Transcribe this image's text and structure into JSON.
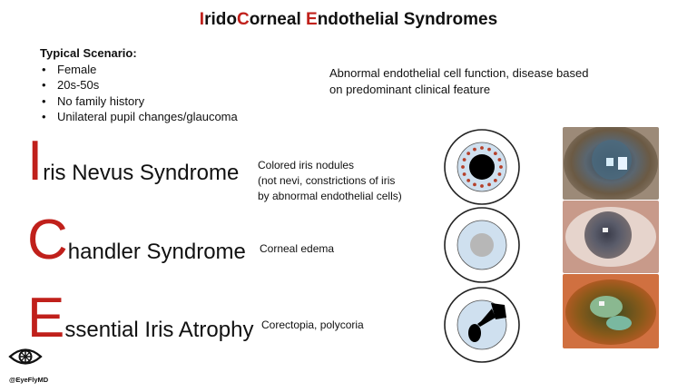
{
  "title": {
    "parts": [
      {
        "text": "I",
        "red": true
      },
      {
        "text": "rido",
        "red": false
      },
      {
        "text": "C",
        "red": true
      },
      {
        "text": "orneal ",
        "red": false
      },
      {
        "text": "E",
        "red": true
      },
      {
        "text": "ndothelial Syndromes",
        "red": false
      }
    ]
  },
  "scenario": {
    "heading": "Typical Scenario:",
    "items": [
      "Female",
      "20s-50s",
      "No family history",
      "Unilateral pupil changes/glaucoma"
    ]
  },
  "description": "Abnormal endothelial cell function, disease based on predominant clinical feature",
  "syndromes": [
    {
      "letter": "I",
      "rest": "ris Nevus Syndrome",
      "note_lines": [
        "Colored iris nodules",
        "(not nevi, constrictions of iris",
        "by abnormal endothelial cells)"
      ]
    },
    {
      "letter": "C",
      "rest": "handler Syndrome",
      "note_lines": [
        "Corneal edema"
      ]
    },
    {
      "letter": "E",
      "rest": "ssential Iris Atrophy",
      "note_lines": [
        "Corectopia, polycoria"
      ]
    }
  ],
  "logo": {
    "handle": "@EyeFlyMD"
  },
  "colors": {
    "accent": "#c0201b",
    "iris_fill": "#cfe0ef",
    "nodule": "#b5402a"
  }
}
